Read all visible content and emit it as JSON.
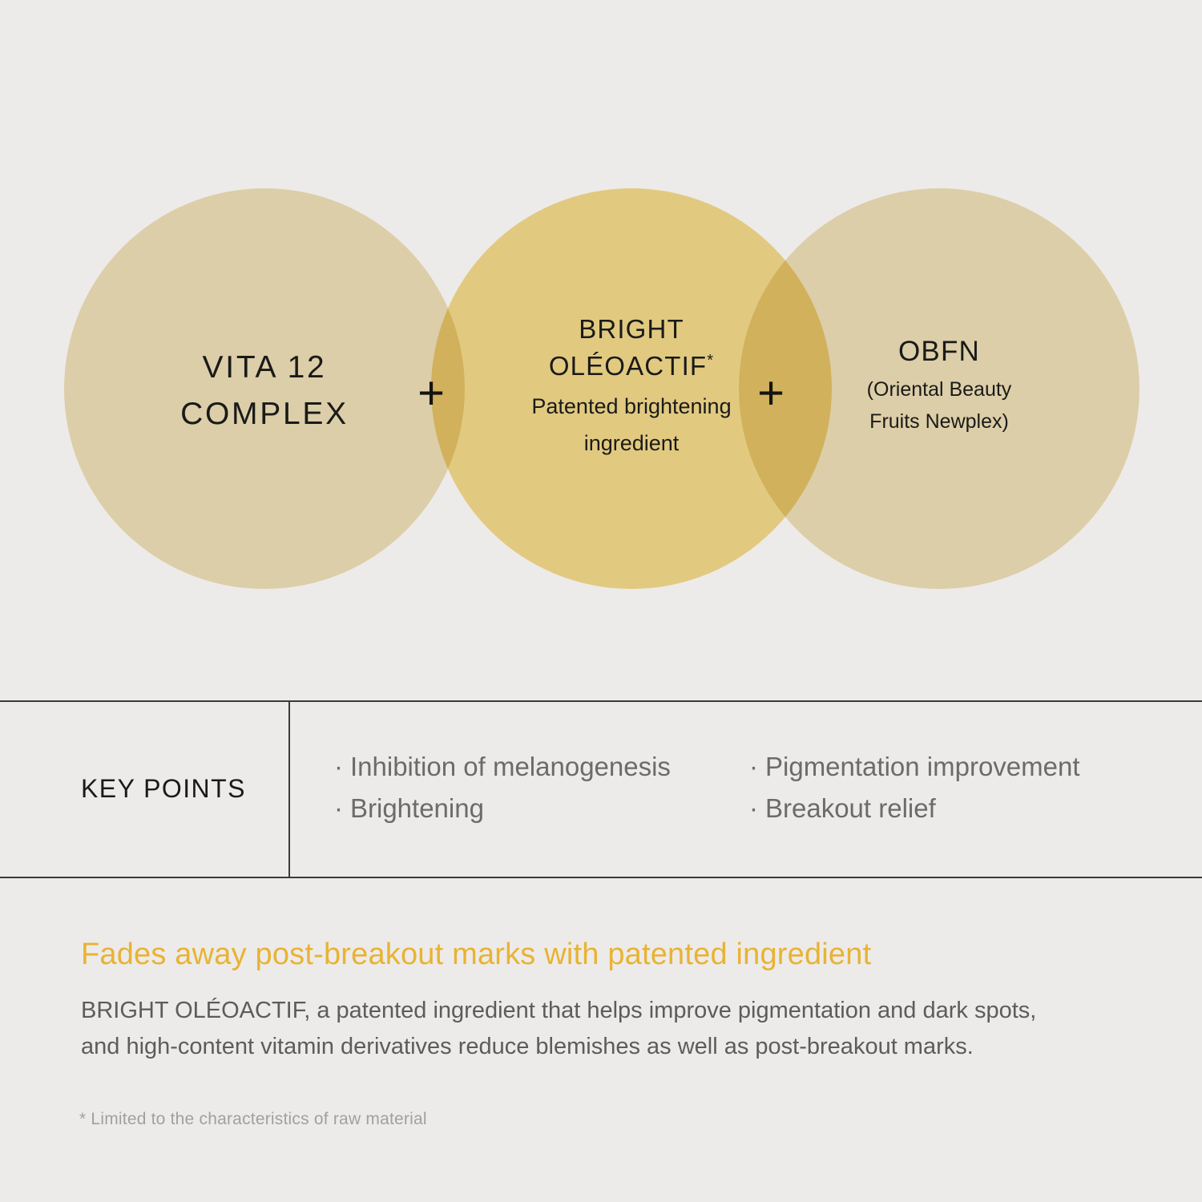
{
  "theme": {
    "background": "#EDEBE9",
    "circle_outer": "#EDE0B8",
    "circle_center": "#F3DB8C",
    "circle_overlap": "#F3D06D",
    "accent_headline": "#E8B334",
    "text_dark": "#1A1A18",
    "text_muted": "#6B6B6B",
    "text_body": "#5C5C5C",
    "text_footnote": "#A0A0A0",
    "rule": "#3B3B3B"
  },
  "venn": {
    "circles": [
      {
        "id": "vita-12-complex",
        "title_line_1": "VITA 12",
        "title_line_2": "COMPLEX",
        "subtitle_line_1": "",
        "subtitle_line_2": ""
      },
      {
        "id": "bright-oleoactif",
        "title_line_1": "BRIGHT",
        "title_line_2": "OLÉOACTIF",
        "superscript": "*",
        "subtitle_line_1": "Patented brightening",
        "subtitle_line_2": "ingredient"
      },
      {
        "id": "obfn",
        "title_line_1": "OBFN",
        "title_line_2": "",
        "subtitle_line_1": "(Oriental Beauty",
        "subtitle_line_2": "Fruits Newplex)"
      }
    ],
    "operators": [
      "+",
      "+"
    ]
  },
  "key_points": {
    "label": "KEY POINTS",
    "bullet": "·",
    "columns": [
      [
        "Inhibition of melanogenesis",
        "Brightening"
      ],
      [
        "Pigmentation improvement",
        "Breakout relief"
      ]
    ]
  },
  "bottom": {
    "headline": "Fades away post-breakout marks with patented ingredient",
    "body_line_1": "BRIGHT OLÉOACTIF, a patented ingredient that helps improve pigmentation and dark spots,",
    "body_line_2": "and high-content vitamin derivatives reduce blemishes as well as post-breakout marks.",
    "footnote": "* Limited to the characteristics of raw material"
  }
}
